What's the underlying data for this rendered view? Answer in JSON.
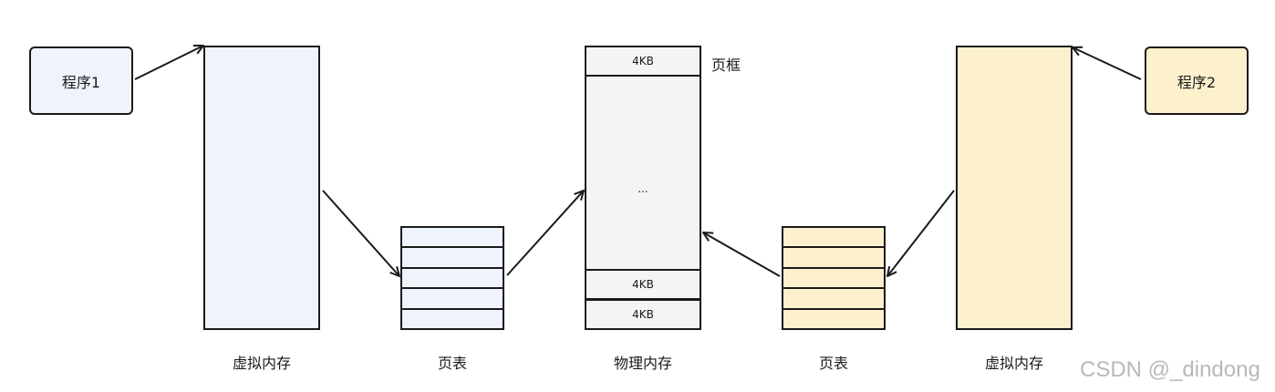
{
  "program1": {
    "label": "程序1"
  },
  "program2": {
    "label": "程序2"
  },
  "left_virtual_memory": {
    "label": "虚拟内存"
  },
  "left_page_table": {
    "label": "页表"
  },
  "physical_memory": {
    "label": "物理内存",
    "frame_caption": "页框",
    "frames": [
      "4KB",
      "...",
      "4KB",
      "4KB"
    ]
  },
  "right_page_table": {
    "label": "页表"
  },
  "right_virtual_memory": {
    "label": "虚拟内存"
  },
  "watermark": "CSDN @_dindong",
  "colors": {
    "program1_fill": "#eef3fc",
    "program2_fill": "#fdf0cc",
    "physical_fill": "#f4f4f4",
    "stroke": "#1a1a1a"
  }
}
